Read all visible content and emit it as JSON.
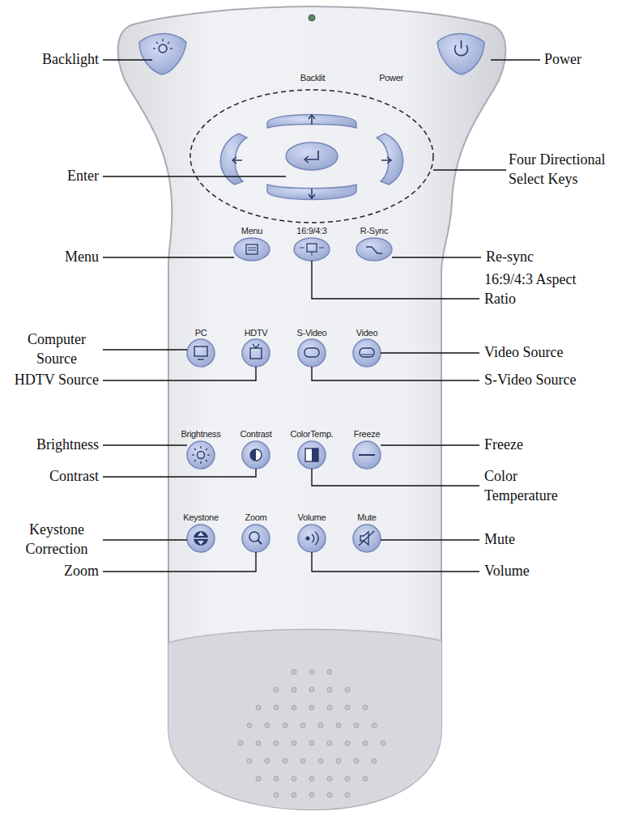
{
  "diagram": {
    "labels": [
      "Backlight",
      "Power",
      "Backlit",
      "Power",
      "Four Directional Select Keys",
      "Enter",
      "Menu",
      "Menu",
      "16:9/4:3",
      "R-Sync",
      "Re-sync",
      "16:9/4:3 Aspect Ratio",
      "Computer Source",
      "PC",
      "HDTV",
      "S-Video",
      "Video",
      "Video Source",
      "HDTV Source",
      "S-Video Source",
      "Brightness",
      "Contrast",
      "ColorTemp.",
      "Freeze",
      "Brightness",
      "Freeze",
      "Contrast",
      "Color Temperature",
      "Keystone",
      "Zoom",
      "Volume",
      "Mute",
      "Keystone Correction",
      "Mute",
      "Zoom",
      "Volume"
    ]
  }
}
